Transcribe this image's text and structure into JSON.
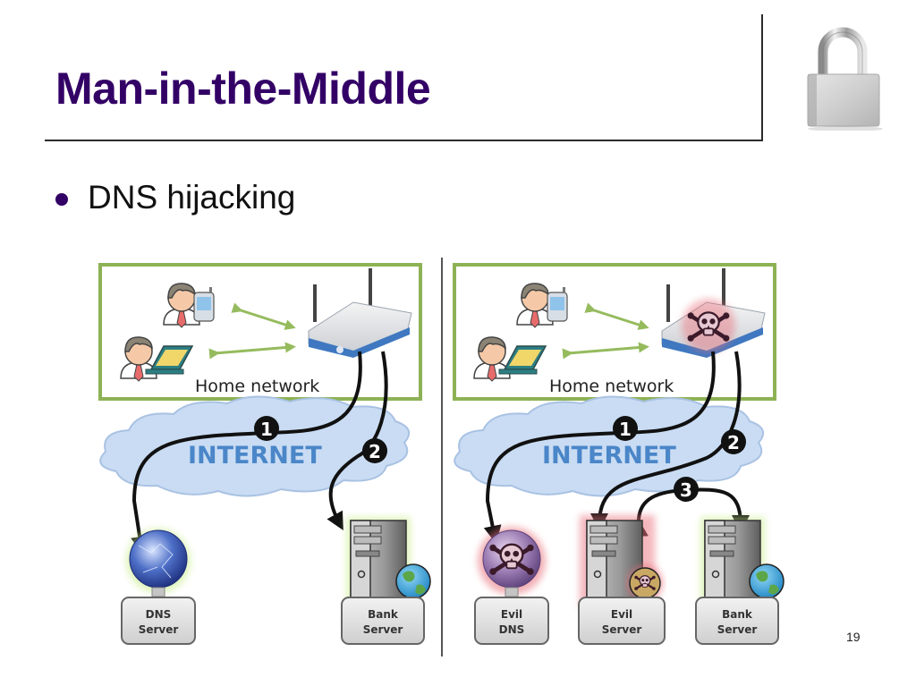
{
  "slide": {
    "title": "Man-in-the-Middle",
    "bullets": [
      {
        "text": "DNS hijacking"
      }
    ],
    "page_number": "19",
    "colors": {
      "title": "#330066",
      "bullet": "#330066",
      "frame_green": "#8db255",
      "cloud": "#c9dcf3",
      "internet_text": "#4a86c8",
      "evil_glow": "#e8707a",
      "good_glow": "#c8ec8a"
    }
  },
  "diagram": {
    "left_panel": {
      "home_network_label": "Home network",
      "internet_label": "INTERNET",
      "steps": [
        "1",
        "2"
      ],
      "servers": [
        {
          "label_line1": "DNS",
          "label_line2": "Server",
          "icon": "globe-icon"
        },
        {
          "label_line1": "Bank",
          "label_line2": "Server",
          "icon": "server-tower-icon"
        }
      ]
    },
    "right_panel": {
      "home_network_label": "Home network",
      "internet_label": "INTERNET",
      "steps": [
        "1",
        "2",
        "3"
      ],
      "servers": [
        {
          "label_line1": "Evil",
          "label_line2": "DNS",
          "icon": "skull-globe-icon"
        },
        {
          "label_line1": "Evil",
          "label_line2": "Server",
          "icon": "server-tower-icon"
        },
        {
          "label_line1": "Bank",
          "label_line2": "Server",
          "icon": "server-tower-icon"
        }
      ]
    }
  }
}
